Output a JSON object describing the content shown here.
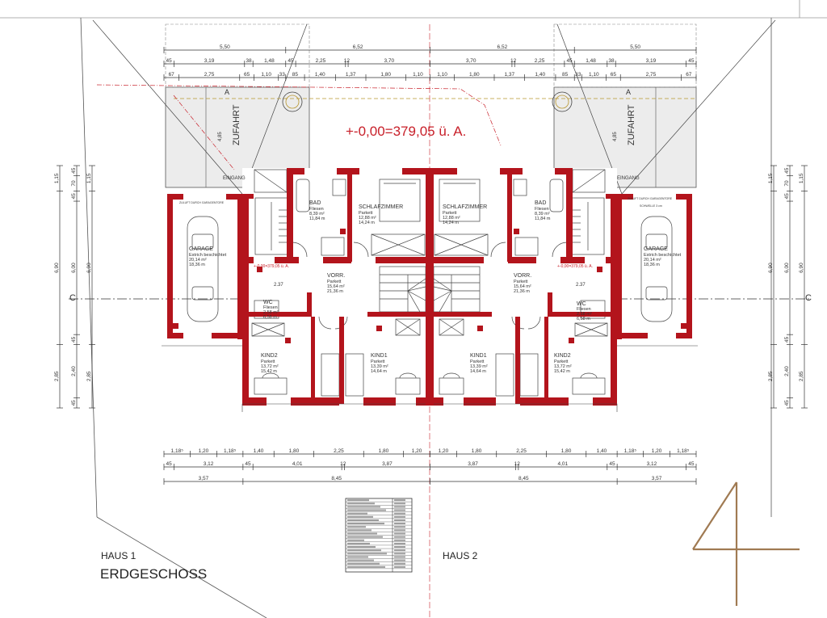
{
  "plan": {
    "level_label": "+-0,00=379,05 ü. A.",
    "level_small": "+-0,00=379,05 ü. A.",
    "floor_title": "ERDGESCHOSS",
    "house1": "HAUS 1",
    "house2": "HAUS 2",
    "sheet_number": "4",
    "driveway": "ZUFAHRT",
    "entrance": "EINGANG",
    "section_mark": "C",
    "section_mark_a": "A",
    "hall_dim": "2.37",
    "driveway_dim": "4,85",
    "garage_note": "ZULUFT DURCH GARAGENTORE",
    "garage_threshold": "SCHWELLE 3 cm"
  },
  "rooms": [
    {
      "name": "BAD",
      "floor": "Fliesen",
      "area": "8,39 m²",
      "perimeter": "11,84 m"
    },
    {
      "name": "SCHLAFZIMMER",
      "floor": "Parkett",
      "area": "12,88 m²",
      "perimeter": "14,24 m"
    },
    {
      "name": "VORR.",
      "floor": "Parkett",
      "area": "15,64 m²",
      "perimeter": "21,36 m"
    },
    {
      "name": "WC",
      "floor": "Fliesen",
      "area": "2,58 m²",
      "perimeter": "6,58 m"
    },
    {
      "name": "KIND2",
      "floor": "Parkett",
      "area": "13,72 m²",
      "perimeter": "15,42 m"
    },
    {
      "name": "KIND1",
      "floor": "Parkett",
      "area": "13,39 m²",
      "perimeter": "14,64 m"
    },
    {
      "name": "GARAGE",
      "floor": "Estrich beschichtet",
      "area": "20,14 m²",
      "perimeter": "18,36 m"
    }
  ],
  "dimensions": {
    "top": [
      [
        "5,50",
        "6,52",
        "6,52",
        "5,50"
      ],
      [
        "45",
        "3,19",
        "38",
        "1,48",
        "45",
        "2,25",
        "12",
        "3,70",
        "3,70",
        "12",
        "2,25",
        "45",
        "1,48",
        "38",
        "3,19",
        "45"
      ],
      [
        "67",
        "2,75",
        "65",
        "1,10",
        "33",
        "85",
        "1,40",
        "1,37",
        "1,80",
        "1,10",
        "1,10",
        "1,80",
        "1,37",
        "1,40",
        "85",
        "33",
        "1,10",
        "65",
        "2,75",
        "67"
      ]
    ],
    "bottom": [
      [
        "1,18⁵",
        "1,20",
        "1,18⁵",
        "1,40",
        "1,80",
        "2,25",
        "1,80",
        "1,20",
        "1,20",
        "1,80",
        "2,25",
        "1,80",
        "1,40",
        "1,18⁵",
        "1,20",
        "1,18⁵"
      ],
      [
        "45",
        "3,12",
        "45",
        "4,01",
        "12",
        "3,87",
        "3,87",
        "12",
        "4,01",
        "45",
        "3,12",
        "45"
      ],
      [
        "3,57",
        "8,45",
        "8,45",
        "3,57"
      ]
    ],
    "side": [
      [
        "1,15",
        "6,90",
        "2,85"
      ],
      [
        "45",
        "70",
        "45",
        "6,00",
        "45",
        "2,40",
        "45"
      ],
      [
        "1,15",
        "6,90",
        "2,85"
      ]
    ]
  },
  "colors": {
    "wall": "#b3141c",
    "annotation_red": "#c8202a",
    "sheet_number": "#a07a52",
    "carport_fill": "#ececec"
  }
}
